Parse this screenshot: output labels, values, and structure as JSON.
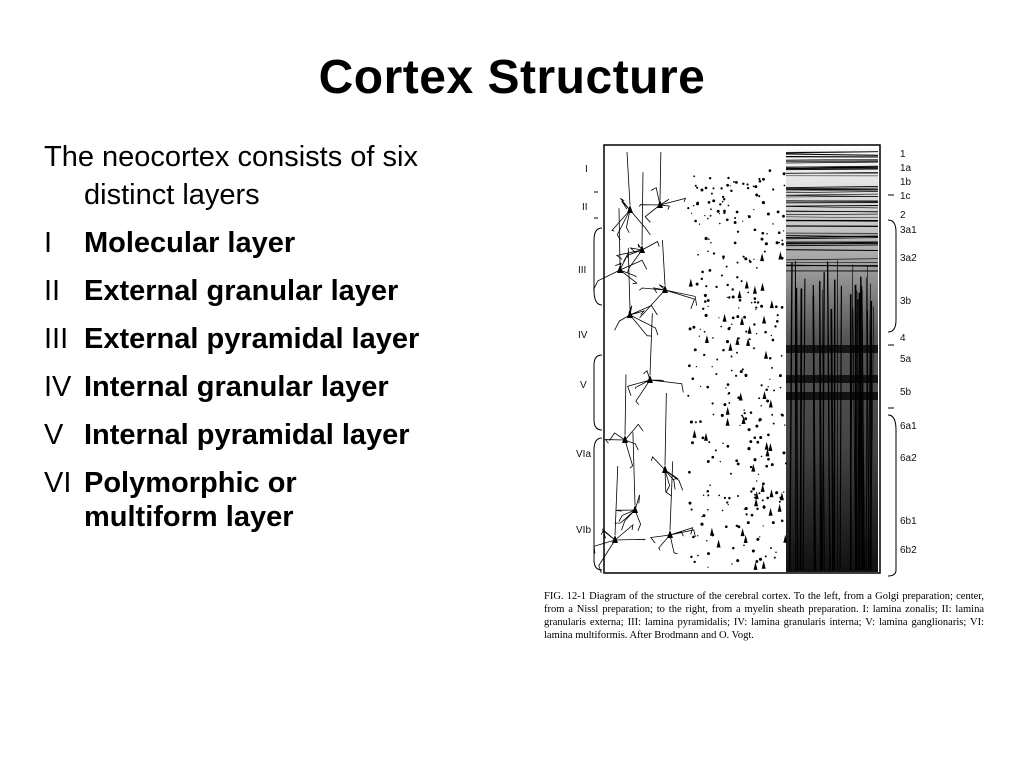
{
  "slide": {
    "title": "Cortex Structure",
    "intro": [
      "The neocortex consists of six",
      "distinct layers"
    ],
    "layers": [
      {
        "num": "I",
        "name": "Molecular layer"
      },
      {
        "num": "II",
        "name": "External granular layer"
      },
      {
        "num": "III",
        "name": "External pyramidal layer"
      },
      {
        "num": "IV",
        "name": "Internal granular layer"
      },
      {
        "num": "V",
        "name": "Internal pyramidal layer"
      },
      {
        "num": "VI",
        "name": "Polymorphic or multiform layer"
      }
    ]
  },
  "figure": {
    "left_labels": [
      "I",
      "II",
      "III",
      "IV",
      "V",
      "VIa",
      "VIb"
    ],
    "right_labels": [
      "1",
      "1a",
      "1b",
      "1c",
      "2",
      "3a1",
      "3a2",
      "3b",
      "4",
      "5a",
      "5b",
      "6a1",
      "6a2",
      "6b1",
      "6b2"
    ],
    "caption": "FIG. 12-1 Diagram of the structure of the cerebral cortex. To the left, from a Golgi preparation; center, from a Nissl preparation; to the right, from a myelin sheath preparation. I: lamina zonalis; II: lamina granularis externa; III: lamina pyramidalis; IV: lamina granularis interna; V: lamina ganglionaris; VI: lamina multiformis. After Brodmann and O. Vogt."
  }
}
